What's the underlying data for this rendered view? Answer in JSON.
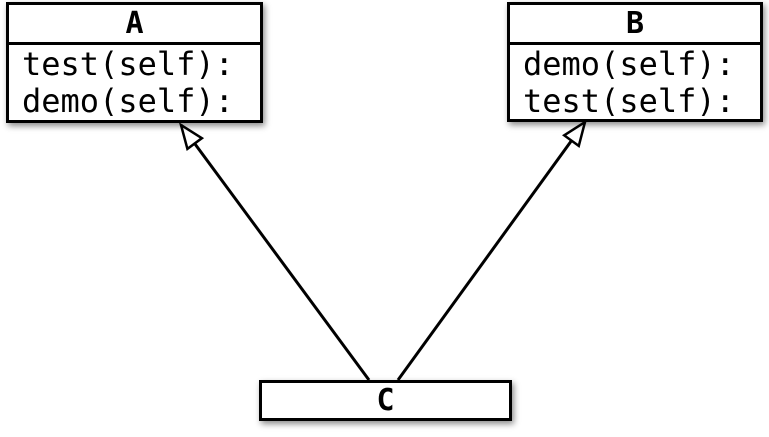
{
  "diagram": {
    "background_color": "#ffffff",
    "line_color": "#000000",
    "box_fill_color": "#ffffff",
    "classes": [
      {
        "id": "A",
        "name": "A",
        "methods": [
          "test(self):",
          "demo(self):"
        ]
      },
      {
        "id": "B",
        "name": "B",
        "methods": [
          "demo(self):",
          "test(self):"
        ]
      },
      {
        "id": "C",
        "name": "C",
        "methods": []
      }
    ],
    "relations": [
      {
        "from": "C",
        "to": "A",
        "type": "inheritance",
        "arrowhead": "hollow-triangle"
      },
      {
        "from": "C",
        "to": "B",
        "type": "inheritance",
        "arrowhead": "hollow-triangle"
      }
    ]
  }
}
